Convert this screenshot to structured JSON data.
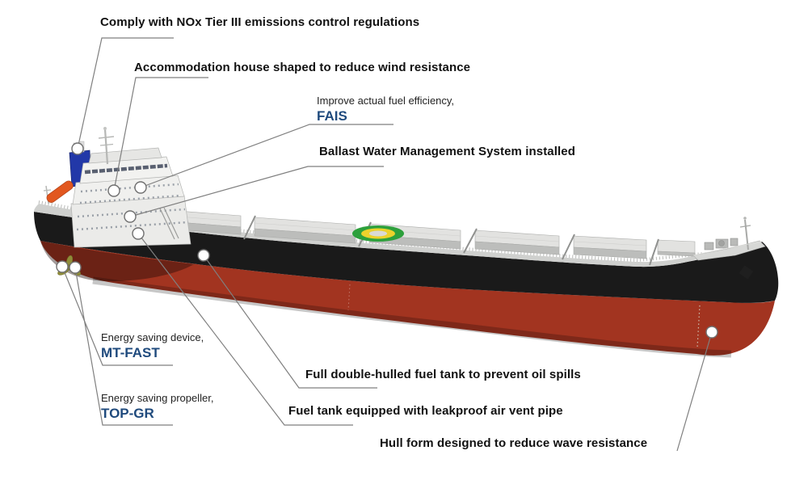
{
  "diagram": {
    "subject": "bulk-carrier-ship-features",
    "background": "#ffffff"
  },
  "colors": {
    "label_text": "#111111",
    "sub_label_text": "#222222",
    "brand_blue": "#1f4a7d",
    "leader_gray": "#7f7f7f",
    "marker_fill": "#ffffff",
    "marker_stroke": "#6f6f6f",
    "hull_red": "#a23420",
    "hull_black": "#1a1a1a",
    "deck_gray": "#cfd0ce",
    "hatch_gray": "#e2e2e0",
    "hatch_front_gray": "#bcbdbb",
    "superstructure_white": "#ebebe9",
    "funnel_blue": "#2238a8",
    "lifeboat_orange": "#e2571f",
    "logo_green": "#2da03c",
    "logo_yellow": "#ecd22c",
    "propeller_olive": "#8f8c38"
  },
  "annotations": {
    "nox": {
      "label": "Comply with NOx Tier III emissions control regulations"
    },
    "accommodation": {
      "label": "Accommodation house shaped to reduce wind resistance"
    },
    "fais": {
      "intro": "Improve actual fuel efficiency,",
      "name": "FAIS"
    },
    "ballast": {
      "label": "Ballast Water Management System installed"
    },
    "mt_fast": {
      "intro": "Energy saving device,",
      "name": "MT-FAST"
    },
    "top_gr": {
      "intro": "Energy saving propeller,",
      "name": "TOP-GR"
    },
    "double_hull": {
      "label": "Full double-hulled fuel tank to prevent oil spills"
    },
    "vent_pipe": {
      "label": "Fuel tank equipped with leakproof air vent pipe"
    },
    "hull_form": {
      "label": "Hull form designed to reduce wave resistance"
    }
  }
}
